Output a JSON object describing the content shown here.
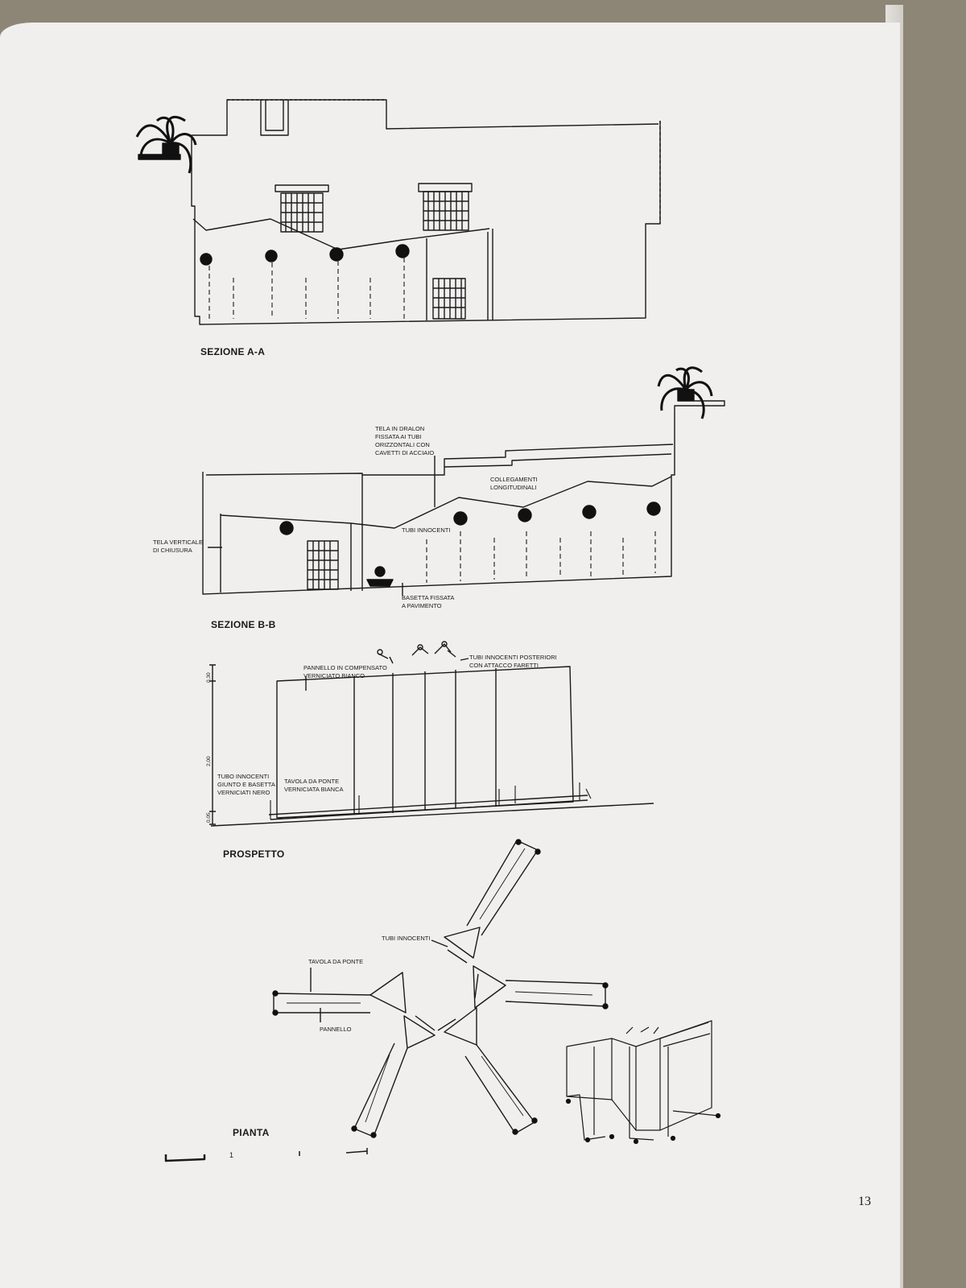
{
  "sections": {
    "a": {
      "title": "SEZIONE A-A"
    },
    "b": {
      "title": "SEZIONE B-B",
      "notes": {
        "tela_dralon": [
          "TELA IN DRALON",
          "FISSATA AI TUBI",
          "ORIZZONTALI CON",
          "CAVETTI DI ACCIAIO"
        ],
        "collegamenti": [
          "COLLEGAMENTI",
          "LONGITUDINALI"
        ],
        "tubi_innocenti": "TUBI INNOCENTI",
        "tela_verticale": [
          "TELA VERTICALE",
          "DI CHIUSURA"
        ],
        "basetta": [
          "BASETTA FISSATA",
          "A PAVIMENTO"
        ]
      }
    },
    "prospetto": {
      "title": "PROSPETTO",
      "notes": {
        "pannello": [
          "PANNELLO IN COMPENSATO",
          "VERNICIATO BIANCO"
        ],
        "tubi_posteriori": [
          "TUBI INNOCENTI POSTERIORI",
          "CON ATTACCO FARETTI"
        ],
        "tubo_giunto": [
          "TUBO INNOCENTI",
          "GIUNTO E BASETTA",
          "VERNICIATI NERO"
        ],
        "tavola": [
          "TAVOLA DA PONTE",
          "VERNICIATA BIANCA"
        ]
      },
      "dimensions": {
        "top": "0,30",
        "middle": "2,00",
        "bottom": "0,05"
      }
    },
    "pianta": {
      "title": "PIANTA",
      "notes": {
        "tubi_innocenti": "TUBI INNOCENTI",
        "tavola": "TAVOLA DA PONTE",
        "pannello": "PANNELLO"
      },
      "scale_marks": [
        "1"
      ]
    }
  },
  "page_number": "13",
  "colors": {
    "paper": "#f0efee",
    "ink": "#1a1a1a",
    "background": "#8d8576"
  }
}
